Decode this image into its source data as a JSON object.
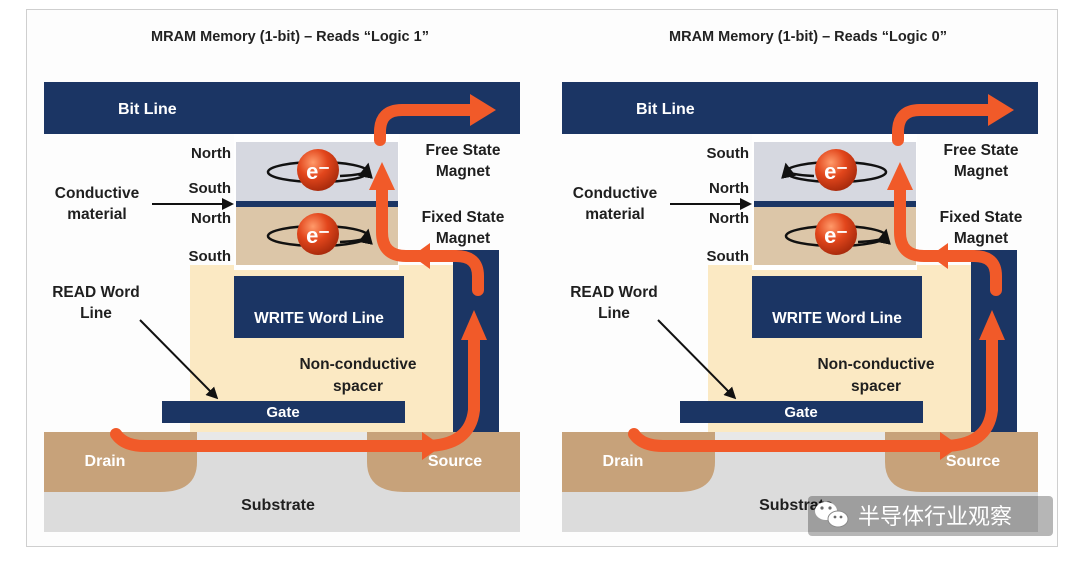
{
  "panels": [
    {
      "title": "MRAM Memory (1-bit) – Reads “Logic 1”",
      "free_top": "North",
      "free_bottom": "South",
      "fixed_top": "North",
      "fixed_bottom": "South"
    },
    {
      "title": "MRAM Memory (1-bit) – Reads “Logic 0”",
      "free_top": "South",
      "free_bottom": "North",
      "fixed_top": "North",
      "fixed_bottom": "South"
    }
  ],
  "labels": {
    "bit_line": "Bit Line",
    "conductive_1": "Conductive",
    "conductive_2": "material",
    "free_1": "Free State",
    "free_2": "Magnet",
    "fixed_1": "Fixed State",
    "fixed_2": "Magnet",
    "read_1": "READ Word",
    "read_2": "Line",
    "write": "WRITE Word Line",
    "spacer_1": "Non-conductive",
    "spacer_2": "spacer",
    "gate": "Gate",
    "drain": "Drain",
    "source": "Source",
    "substrate": "Substrate",
    "electron": "e⁻"
  },
  "watermark": "半导体行业观察",
  "colors": {
    "navy": "#1b3564",
    "arrow": "#f15a29",
    "electron": "#d8401c",
    "tan": "#c7a27a",
    "beige": "#fbe9c3",
    "free_layer": "#d6d8e0",
    "fixed_layer": "#dcc6a8"
  }
}
